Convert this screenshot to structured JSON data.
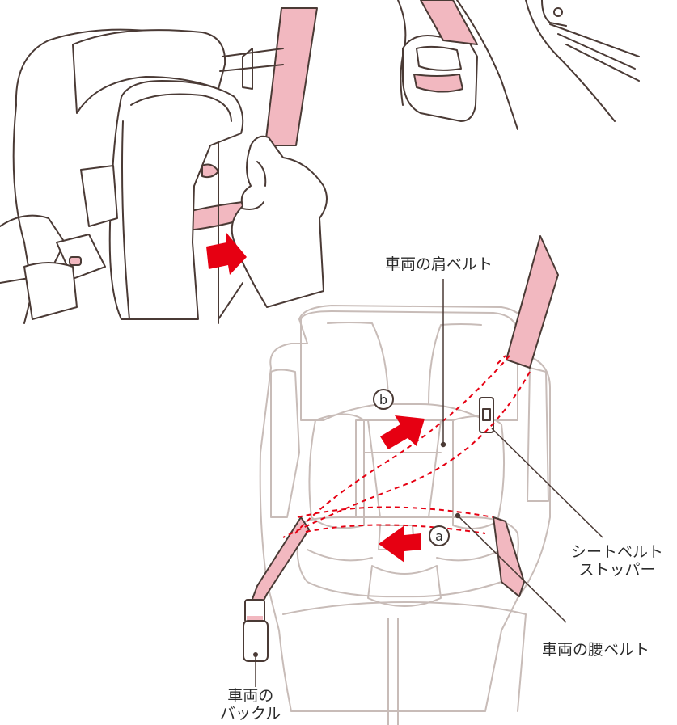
{
  "labels": {
    "shoulder_belt": "車両の肩ベルト",
    "belt_stopper_line1": "シートベルト",
    "belt_stopper_line2": "ストッパー",
    "lap_belt": "車両の腰ベルト",
    "buckle_line1": "車両の",
    "buckle_line2": "バックル"
  },
  "markers": {
    "a": "a",
    "b": "b"
  },
  "colors": {
    "belt_pink": "#f2b8c0",
    "arrow_red": "#e60012",
    "outline_dark": "#4a3a35",
    "outline_faint": "#c8bcb8",
    "dashed_red": "#e60012"
  }
}
